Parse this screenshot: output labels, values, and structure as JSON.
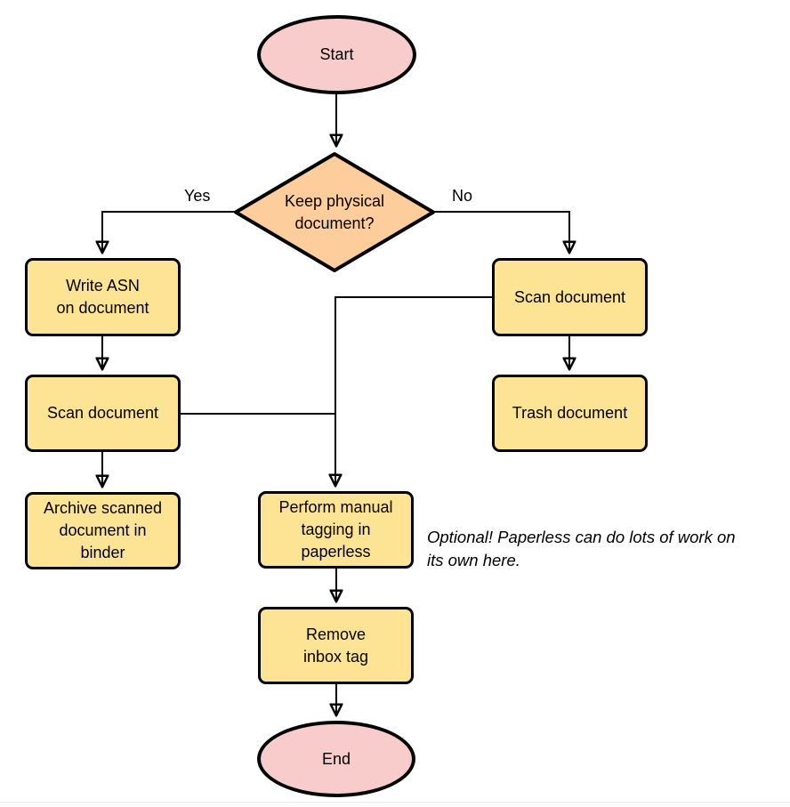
{
  "theme": {
    "canvas-bg": "#ffffff",
    "terminator-fill": "#f8ccca",
    "process-fill": "#fde495",
    "decision-fill": "#fdcd9c",
    "line-color": "#000000",
    "text-color": "#000000"
  },
  "nodes": {
    "start": {
      "type": "terminator",
      "label": "Start"
    },
    "decision": {
      "type": "decision",
      "lines": [
        "Keep physical",
        "document?"
      ]
    },
    "write_asn": {
      "type": "process",
      "lines": [
        "Write ASN",
        "on document"
      ]
    },
    "scan_left": {
      "type": "process",
      "label": "Scan document"
    },
    "archive": {
      "type": "process",
      "lines": [
        "Archive scanned",
        "document in",
        "binder"
      ]
    },
    "scan_right": {
      "type": "process",
      "label": "Scan document"
    },
    "trash": {
      "type": "process",
      "label": "Trash document"
    },
    "tagging": {
      "type": "process",
      "lines": [
        "Perform manual",
        "tagging in",
        "paperless"
      ]
    },
    "remove_inbox": {
      "type": "process",
      "lines": [
        "Remove",
        "inbox tag"
      ]
    },
    "end": {
      "type": "terminator",
      "label": "End"
    }
  },
  "edge_labels": {
    "yes": "Yes",
    "no": "No"
  },
  "edges": [
    {
      "from": "start",
      "to": "decision",
      "label": ""
    },
    {
      "from": "decision",
      "to": "write_asn",
      "label": "Yes"
    },
    {
      "from": "decision",
      "to": "scan_right",
      "label": "No"
    },
    {
      "from": "write_asn",
      "to": "scan_left",
      "label": ""
    },
    {
      "from": "scan_left",
      "to": "tagging",
      "label": ""
    },
    {
      "from": "scan_right",
      "to": "tagging",
      "label": ""
    },
    {
      "from": "scan_right",
      "to": "trash",
      "label": ""
    },
    {
      "from": "tagging",
      "to": "remove_inbox",
      "label": ""
    },
    {
      "from": "remove_inbox",
      "to": "end",
      "label": ""
    }
  ],
  "annotation": {
    "lines": [
      "Optional! Paperless can do lots of work on",
      "its own here."
    ]
  }
}
